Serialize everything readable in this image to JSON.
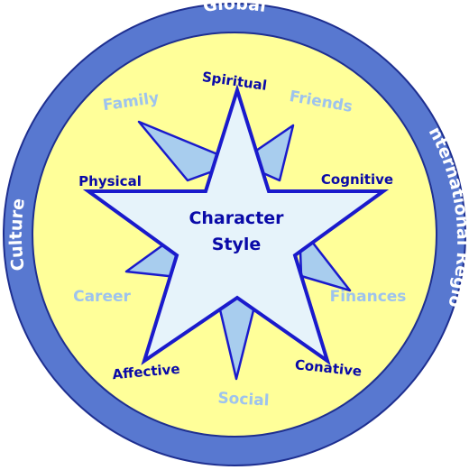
{
  "ring": {
    "top": "Global",
    "left": "Culture",
    "right": "International Region"
  },
  "center": {
    "line1": "Character",
    "line2": "Style"
  },
  "labels": {
    "spiritual": "Spiritual",
    "physical": "Physical",
    "cognitive": "Cognitive",
    "affective": "Affective",
    "conative": "Conative",
    "family": "Family",
    "friends": "Friends",
    "career": "Career",
    "finances": "Finances",
    "social": "Social"
  },
  "colors": {
    "outer_ring": "#5878d0",
    "inner_disc": "#ffff99",
    "star_outline": "#1a1acc",
    "front_star_fill": "#e6f3fa",
    "back_star_fill": "#a8cdee",
    "dark_label": "#0a0aa8",
    "light_label": "#9ec3ee",
    "ring_text": "#ffffff"
  }
}
